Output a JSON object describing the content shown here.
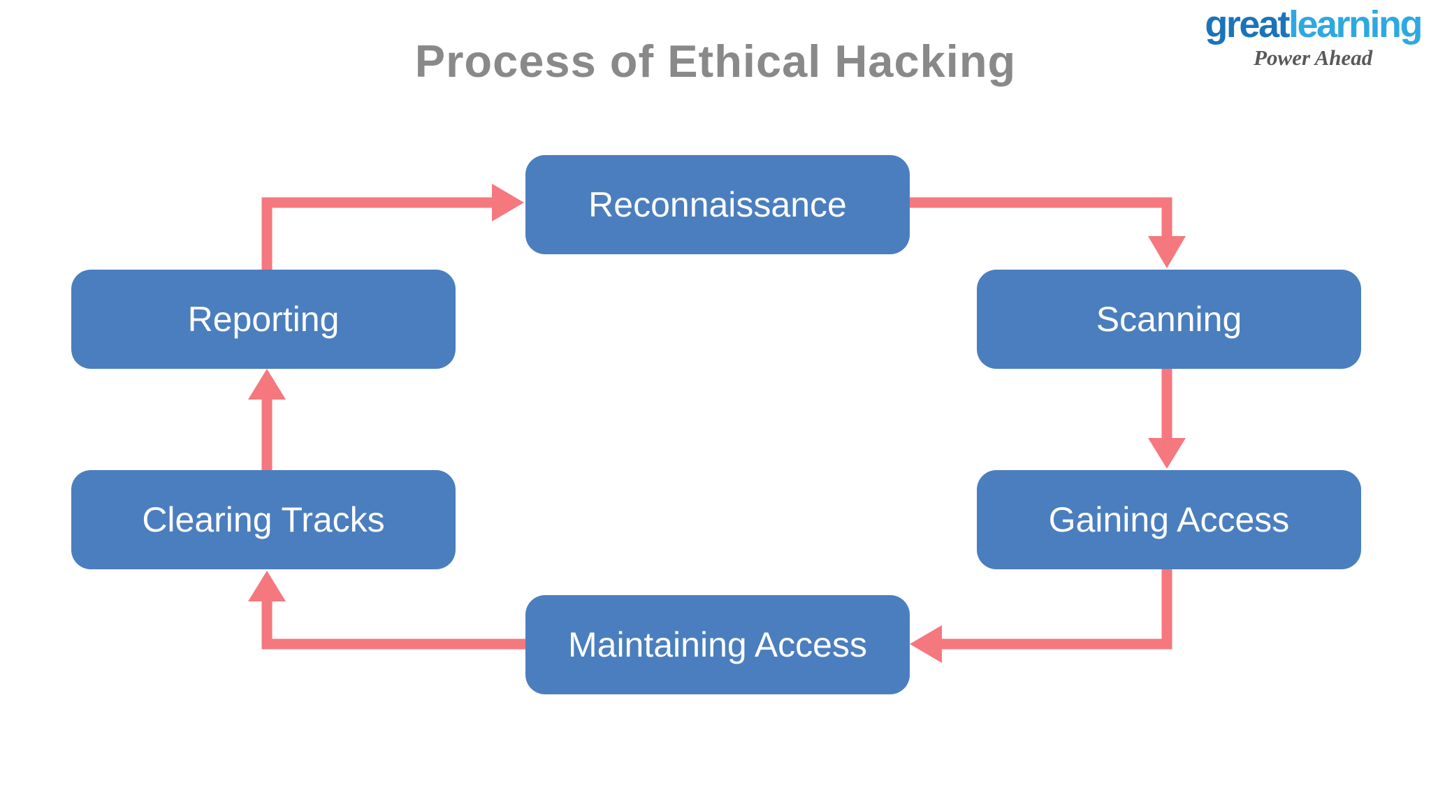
{
  "title": "Process of Ethical Hacking",
  "logo": {
    "part1": "great",
    "part2": "learning",
    "tagline": "Power Ahead"
  },
  "nodes": [
    {
      "id": "reconnaissance",
      "label": "Reconnaissance"
    },
    {
      "id": "scanning",
      "label": "Scanning"
    },
    {
      "id": "gaining-access",
      "label": "Gaining Access"
    },
    {
      "id": "maintaining-access",
      "label": "Maintaining Access"
    },
    {
      "id": "clearing-tracks",
      "label": "Clearing Tracks"
    },
    {
      "id": "reporting",
      "label": "Reporting"
    }
  ],
  "connections": [
    {
      "from": "Reconnaissance",
      "to": "Scanning"
    },
    {
      "from": "Scanning",
      "to": "Gaining Access"
    },
    {
      "from": "Gaining Access",
      "to": "Maintaining Access"
    },
    {
      "from": "Maintaining Access",
      "to": "Clearing Tracks"
    },
    {
      "from": "Clearing Tracks",
      "to": "Reporting"
    },
    {
      "from": "Reporting",
      "to": "Reconnaissance"
    }
  ],
  "colors": {
    "background": "#FFFFFF",
    "node_fill": "#4B7EBE",
    "node_text": "#FFFFFF",
    "arrow": "#F4787E",
    "title_text": "#898989",
    "logo_dark_blue": "#1C73B9",
    "logo_light_blue": "#2FA8E1",
    "tagline_gray": "#58595B"
  }
}
